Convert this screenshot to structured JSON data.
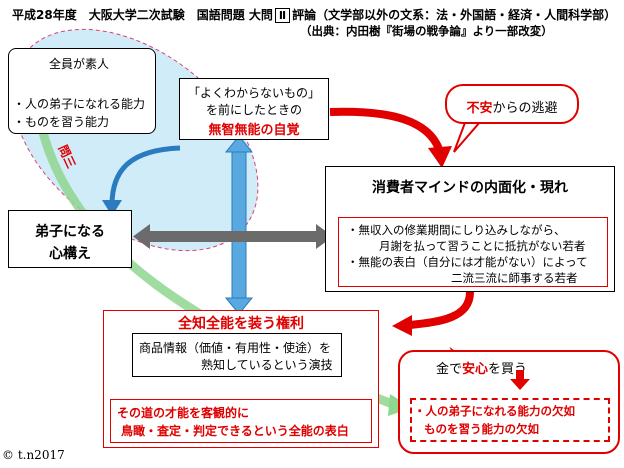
{
  "header": {
    "title_prefix": "平成28年度　大阪大学二次試験　国語問題 大問",
    "roman": "Ⅱ",
    "title_suffix": "評論（文学部以外の文系：法・外国語・経済・人間科学部）",
    "source": "（出典：内田樹『街場の戦争論』より一部改変）"
  },
  "amateur_box": {
    "heading": "全員が素人",
    "line1": "・人の弟子になれる能力",
    "line2": "・ものを習う能力"
  },
  "question_label": "問三",
  "disciple_box": {
    "line1": "弟子になる",
    "line2": "心構え"
  },
  "unknown_box": {
    "line1": "「よくわからないもの」",
    "line2": "を前にしたときの",
    "line3": "無智無能の自覚"
  },
  "anxiety_callout": {
    "highlight": "不安",
    "rest": "からの逃避"
  },
  "consumer_box": {
    "title": "消費者マインドの内面化・現れ",
    "line1": "・無収入の修業期間にしり込みしながら、",
    "line2": "月謝を払って習うことに抵抗がない若者",
    "line3": "・無能の表白（自分には才能がない）によって",
    "line4": "二流三流に師事する若者"
  },
  "omniscience_box": {
    "title": "全知全能を装う権利",
    "info_line1": "商品情報（価値・有用性・使途）を",
    "info_line2": "熟知しているという演技",
    "result_line1": "その道の才能を客観的に",
    "result_line2": "鳥瞰・査定・判定できるという全能の表白"
  },
  "security_callout": {
    "pre": "金で",
    "highlight": "安心",
    "post": "を買う"
  },
  "lack_box": {
    "line1": "・人の弟子になれる能力の欠如",
    "line2": "ものを習う能力の欠如"
  },
  "copyright": "© t.n2017",
  "colors": {
    "red": "#e00000",
    "blue_fill": "#bfe6f5",
    "blue_arrow": "#2a7bc0",
    "green": "#8fd68f"
  }
}
